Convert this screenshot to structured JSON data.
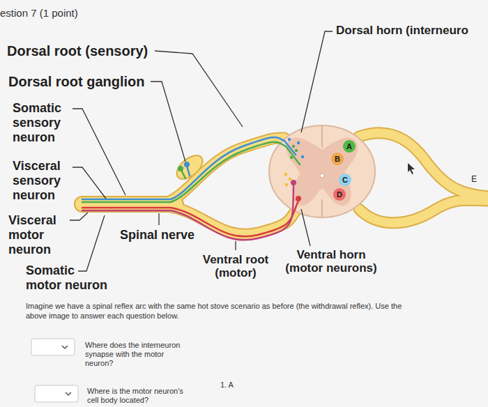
{
  "diagram": {
    "title": "estion 7 (1 point)",
    "nodes": [
      {
        "text": [
          "A"
        ]
      },
      {
        "text": [
          "B"
        ]
      },
      {
        "text": [
          "C"
        ]
      },
      {
        "text": [
          "D"
        ]
      }
    ],
    "labels": [
      "Dorsal root (sensory)",
      "Dorsal root ganglion",
      "Dorsal horn (interneuro",
      "Somatic sensory neuron",
      "Visceral sensory neuron",
      "E",
      "Visceral motor neuron",
      "Spinal nerve",
      "Ventral root (motor)",
      "Ventral horn (motor neurons)",
      "Somatic motor neuron",
      "Imagine we have a spinal reflex arc with the same hot stove scenario as before (the withdrawal reflex). Use the above image to answer each question below.",
      "Where does the interneuron synapse with the motor neuron?",
      "1. A",
      "Where is the motor neuron's cell body located?"
    ]
  }
}
